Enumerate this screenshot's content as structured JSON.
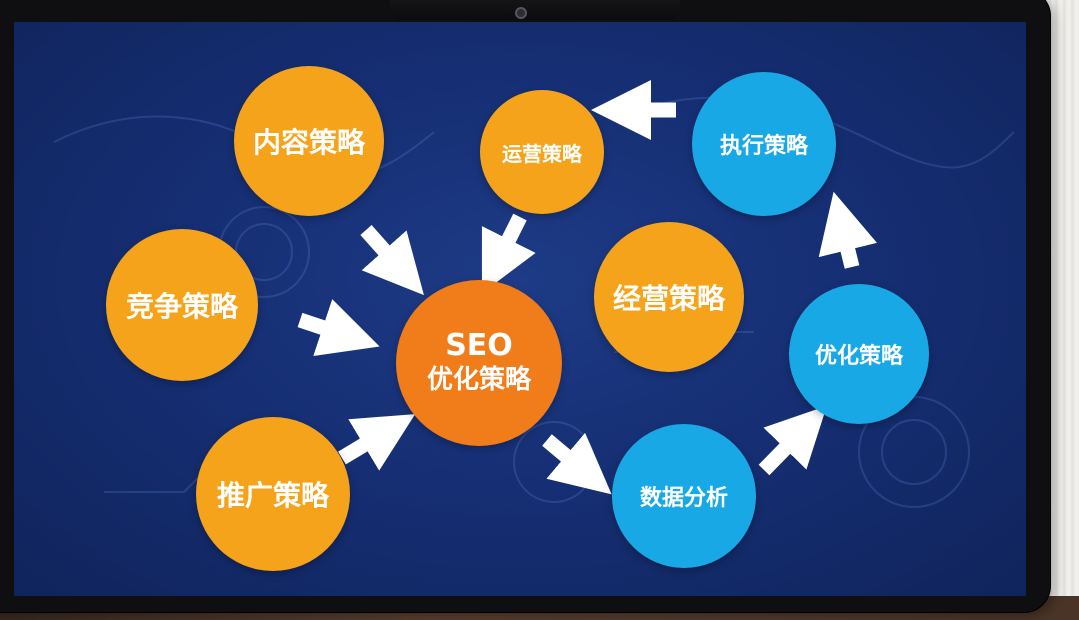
{
  "diagram": {
    "center": {
      "line1": "SEO",
      "line2": "优化策略"
    },
    "nodes": {
      "content": "内容策略",
      "competition": "竞争策略",
      "promotion": "推广策略",
      "operations": "运营策略",
      "business": "经营策略",
      "execution": "执行策略",
      "optimization": "优化策略",
      "data_analysis": "数据分析"
    }
  },
  "colors": {
    "orange": "#f5a31a",
    "core": "#f07c1a",
    "blue": "#18a8e6",
    "screen_bg": "#162f74",
    "arrow": "#ffffff"
  }
}
